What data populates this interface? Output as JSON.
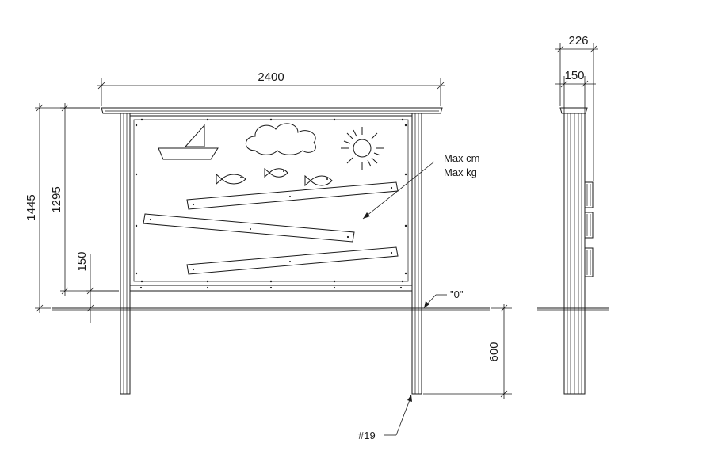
{
  "dimensions": {
    "width_total": "2400",
    "height_total": "1445",
    "height_board": "1295",
    "height_base": "150",
    "embed_depth": "600",
    "side_depth": "226",
    "side_post": "150"
  },
  "annotations": {
    "max_cm": "Max cm",
    "max_kg": "Max kg",
    "ground_level": "\"0\"",
    "part_number": "#19"
  }
}
